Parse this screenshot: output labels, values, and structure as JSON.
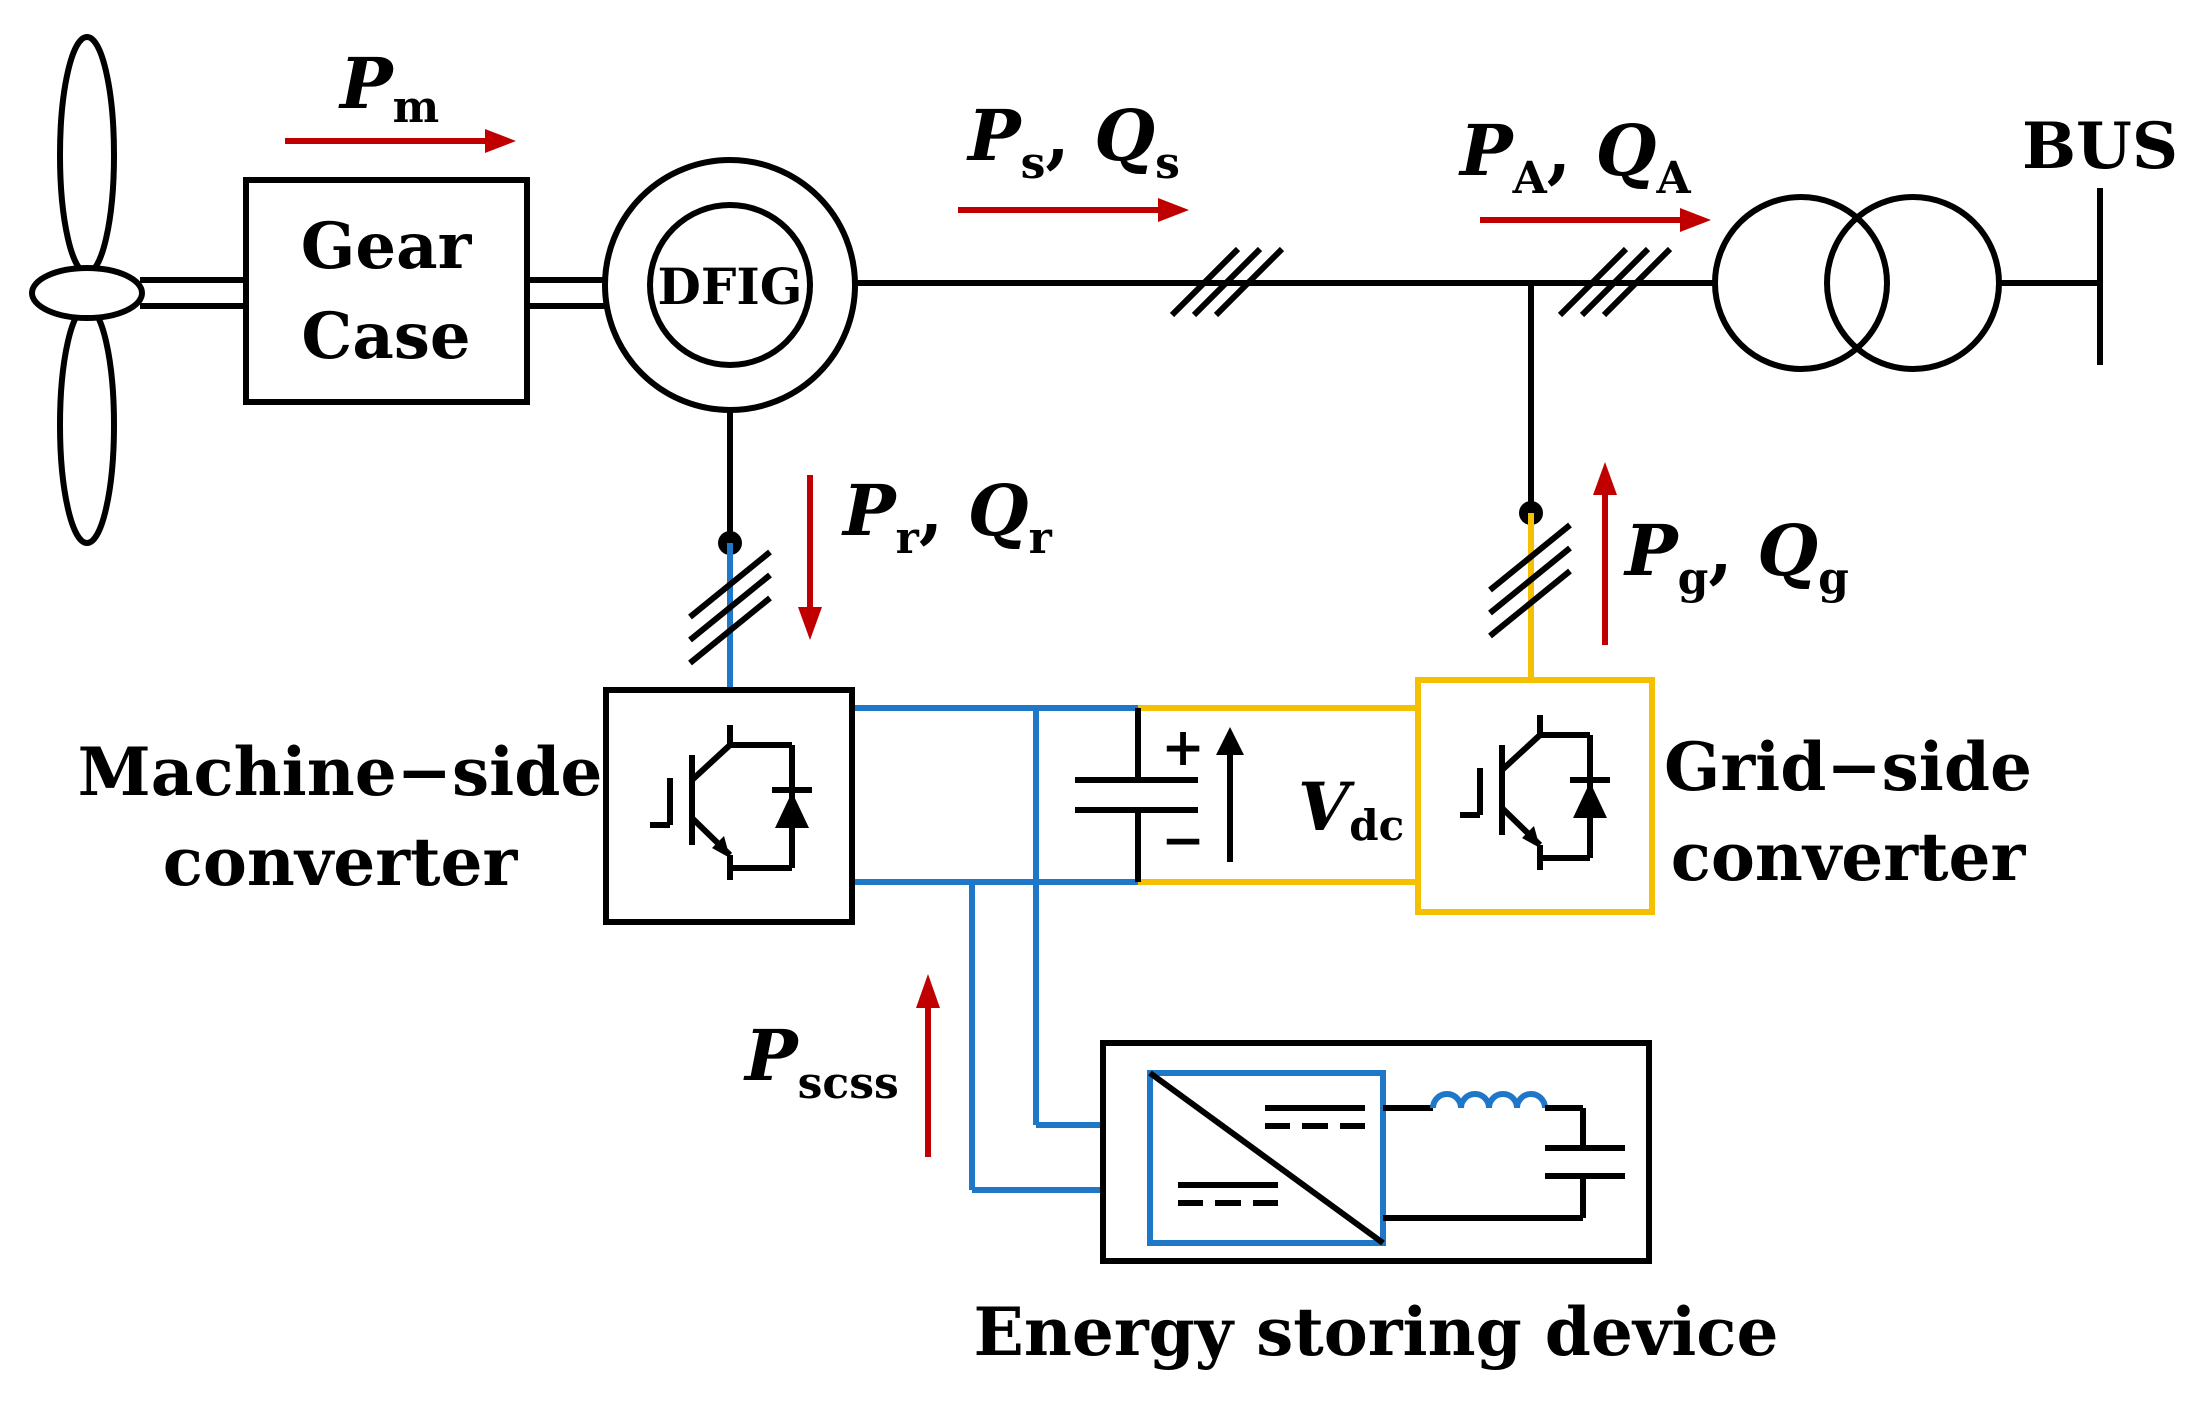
{
  "labels": {
    "gear_line1": "Gear",
    "gear_line2": "Case",
    "dfig": "DFIG",
    "bus": "BUS",
    "machine_line1": "Machine−side",
    "machine_line2": "converter",
    "grid_line1": "Grid−side",
    "grid_line2": "converter",
    "energy": "Energy storing device"
  },
  "power_flows": {
    "pm": {
      "var": "P",
      "sub": "m"
    },
    "ps_qs": {
      "var1": "P",
      "sub1": "s",
      "sep": ", ",
      "var2": "Q",
      "sub2": "s"
    },
    "pa_qa": {
      "var1": "P",
      "sub1": "A",
      "sep": ", ",
      "var2": "Q",
      "sub2": "A"
    },
    "pr_qr": {
      "var1": "P",
      "sub1": "r",
      "sep": ", ",
      "var2": "Q",
      "sub2": "r"
    },
    "pg_qg": {
      "var1": "P",
      "sub1": "g",
      "sep": ", ",
      "var2": "Q",
      "sub2": "g"
    },
    "vdc": {
      "var": "V",
      "sub": "dc"
    },
    "pscss": {
      "var": "P",
      "sub": "scss"
    }
  },
  "capacitor_signs": {
    "plus": "+",
    "minus": "−"
  },
  "colors": {
    "wire": "#000000",
    "arrow": "#c00000",
    "machine_dc": "#1f77c8",
    "grid_dc": "#f5c000"
  }
}
